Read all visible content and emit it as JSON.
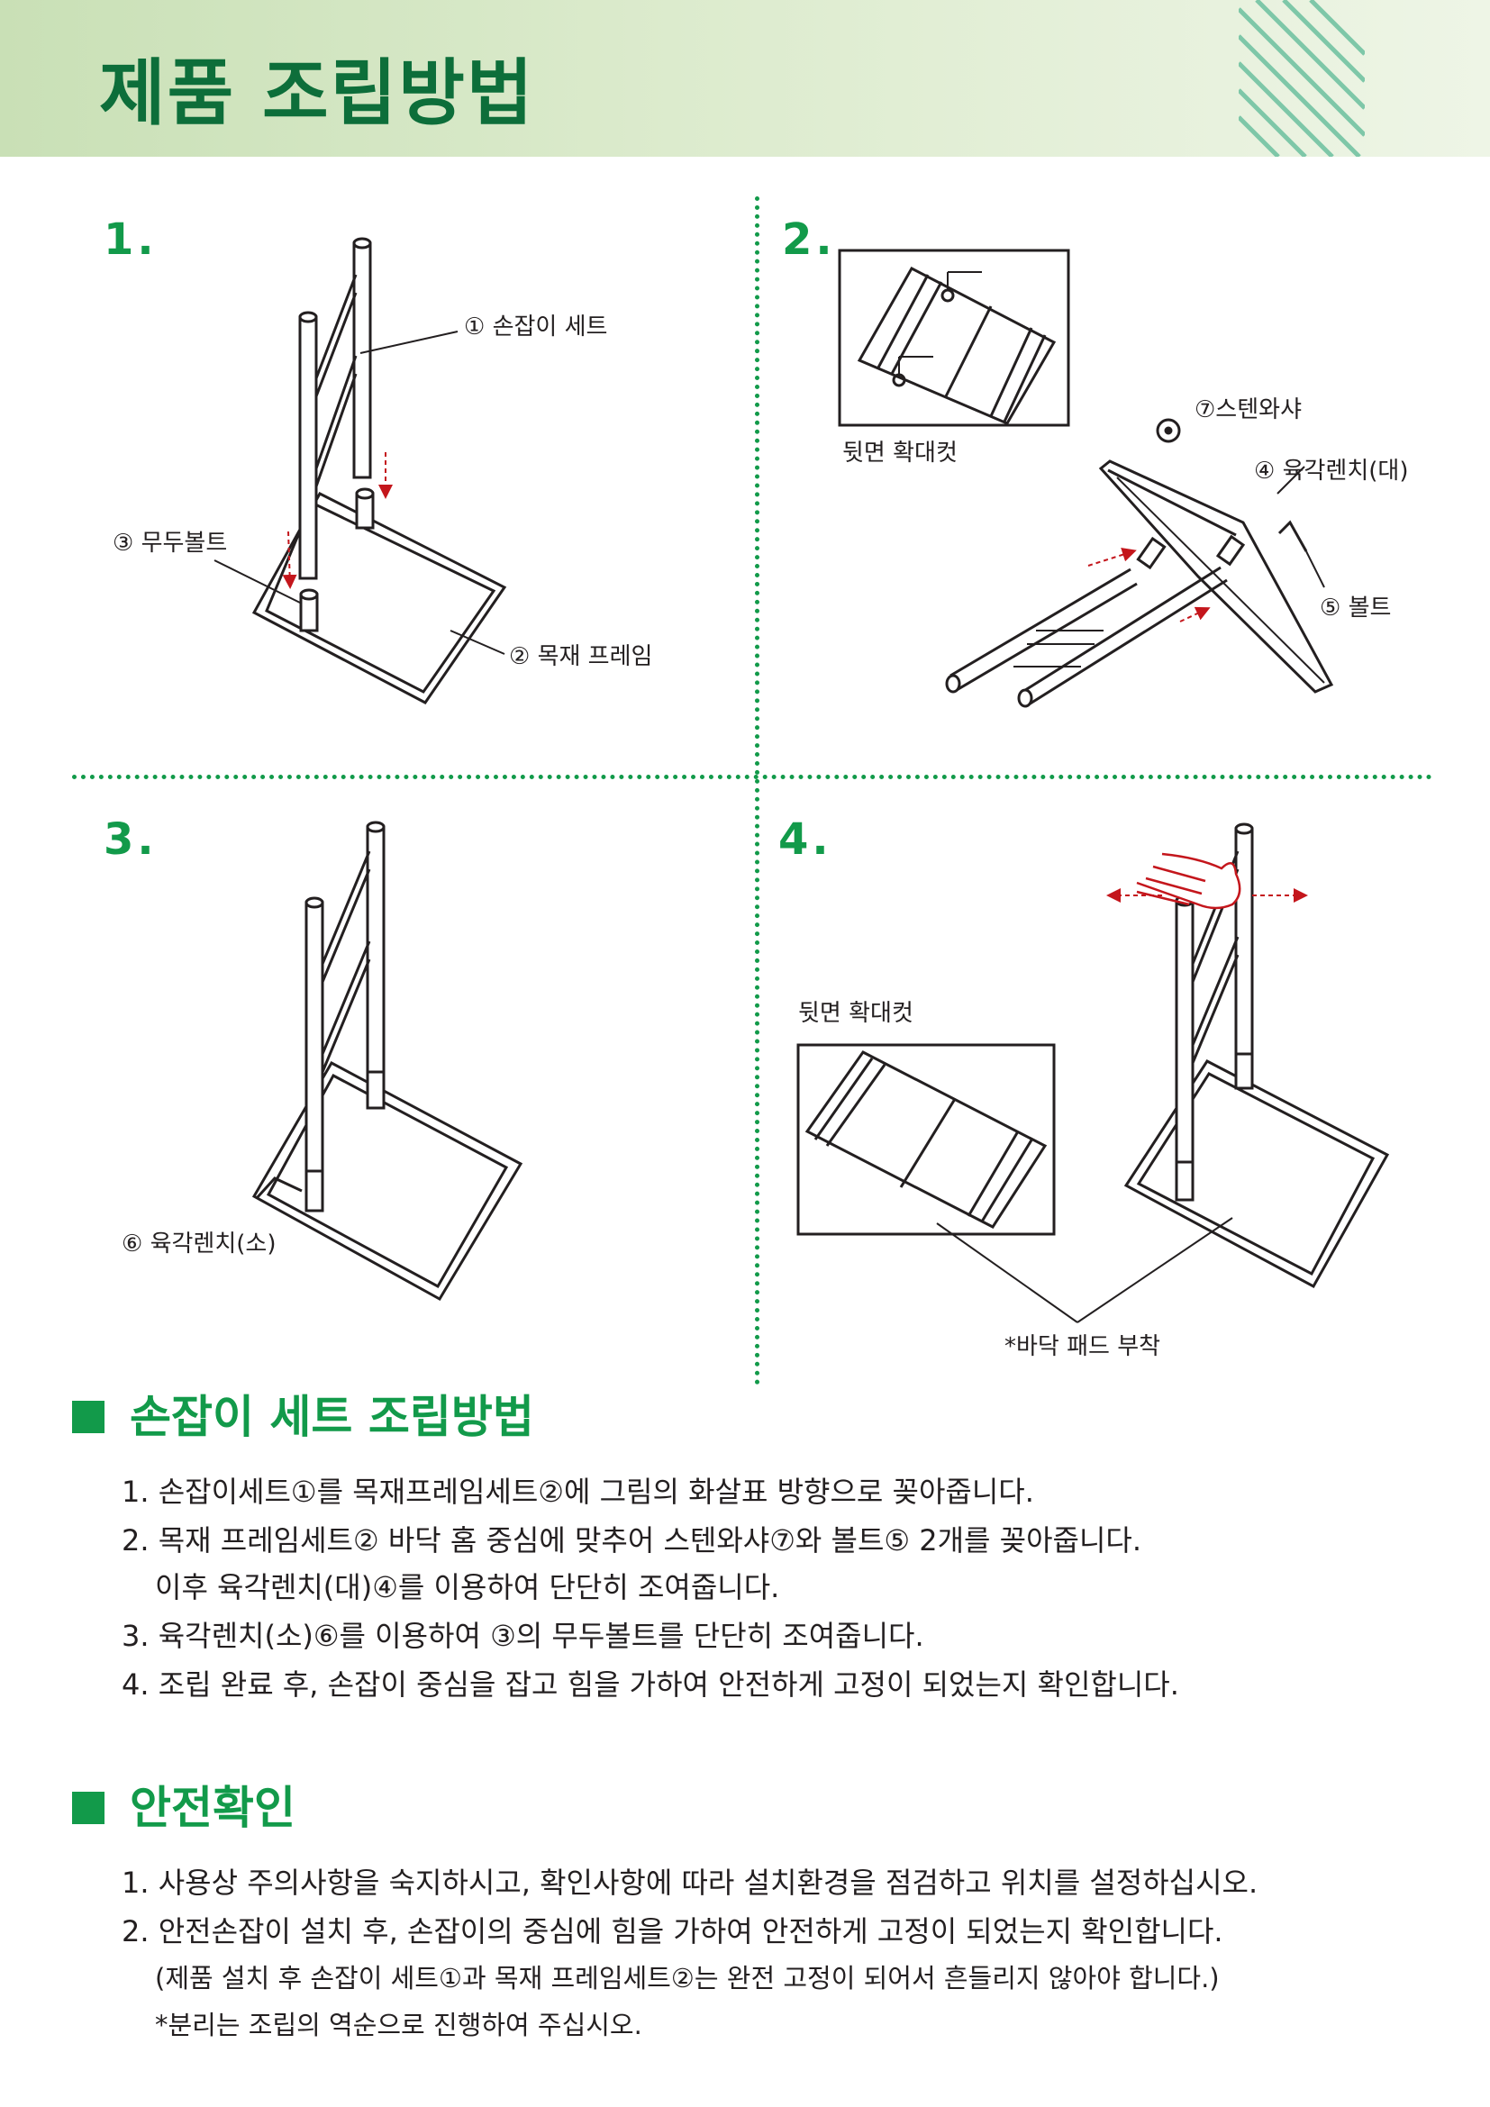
{
  "title": "제품 조립방법",
  "steps": {
    "s1": {
      "num": "1.",
      "handle_set": "① 손잡이 세트",
      "bolt": "③ 무두볼트",
      "wood_frame": "② 목재 프레임"
    },
    "s2": {
      "num": "2.",
      "back_zoom": "뒷면 확대컷",
      "washer": "⑦스텐와샤",
      "wrench_large": "④ 육각렌치(대)",
      "bolt": "⑤ 볼트"
    },
    "s3": {
      "num": "3.",
      "wrench_small": "⑥ 육각렌치(소)"
    },
    "s4": {
      "num": "4.",
      "back_zoom": "뒷면 확대컷",
      "floor_pad": "*바닥 패드 부착"
    }
  },
  "assembly": {
    "heading": "손잡이 세트 조립방법",
    "lines": [
      "1. 손잡이세트①를 목재프레임세트②에 그림의 화살표 방향으로 꽂아줍니다.",
      "2. 목재 프레임세트② 바닥 홈 중심에 맞추어 스텐와샤⑦와 볼트⑤ 2개를 꽂아줍니다.",
      "이후 육각렌치(대)④를 이용하여 단단히 조여줍니다.",
      "3. 육각렌치(소)⑥를 이용하여 ③의 무두볼트를 단단히 조여줍니다.",
      "4. 조립 완료 후, 손잡이 중심을 잡고 힘을 가하여 안전하게 고정이 되었는지 확인합니다."
    ]
  },
  "safety": {
    "heading": "안전확인",
    "lines": [
      "1. 사용상 주의사항을 숙지하시고, 확인사항에 따라 설치환경을 점검하고 위치를 설정하십시오.",
      "2. 안전손잡이 설치 후, 손잡이의 중심에 힘을 가하여 안전하게 고정이 되었는지 확인합니다.",
      "(제품 설치 후 손잡이 세트①과 목재 프레임세트②는 완전 고정이 되어서 흔들리지 않아야 합니다.)",
      "*분리는 조립의 역순으로 진행하여 주십시오."
    ]
  },
  "colors": {
    "brand_green": "#129a4a",
    "title_green": "#0d6e3a",
    "arrow_red": "#c4161c"
  }
}
